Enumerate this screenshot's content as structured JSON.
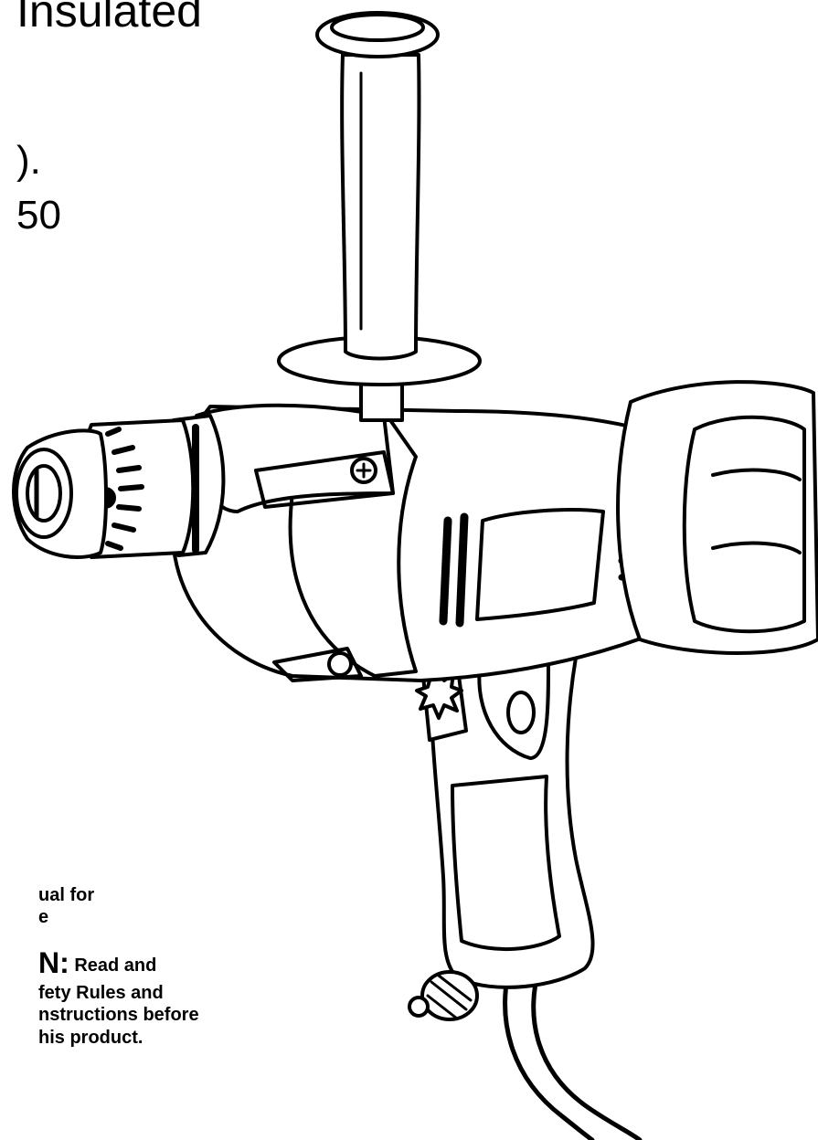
{
  "header": {
    "title": "Insulated",
    "model_line_1": ").",
    "model_line_2": "50"
  },
  "notice": {
    "line_1": "ual for",
    "line_2": "e"
  },
  "caution": {
    "heading": "N:",
    "line_1": " Read and",
    "line_2": "fety Rules and",
    "line_3": "nstructions before",
    "line_4": "his product."
  },
  "illustration": {
    "icon": "power-drill-illustration"
  }
}
